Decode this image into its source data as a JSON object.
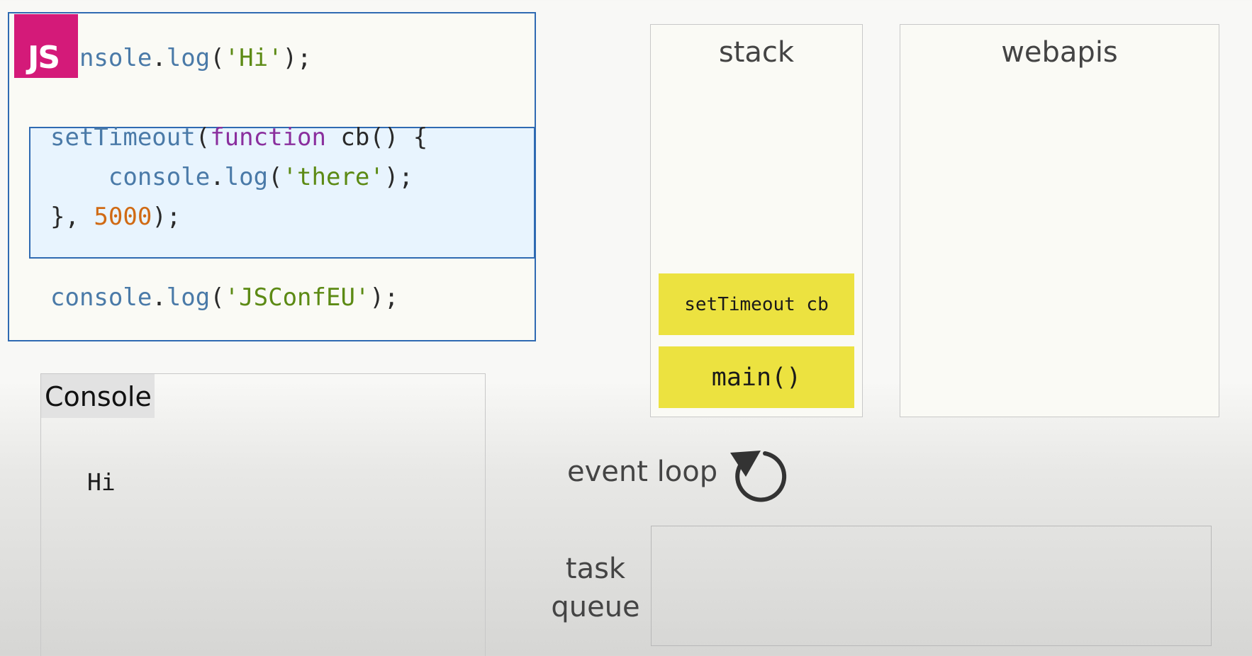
{
  "logo": {
    "text": "JS",
    "color": "#d41a79"
  },
  "code": {
    "line1": {
      "obj": "console",
      "dot": ".",
      "method": "log",
      "open": "(",
      "str": "'Hi'",
      "close": ");"
    },
    "line2": {
      "method": "setTimeout",
      "open": "(",
      "kw": "function",
      "rest": " cb() {"
    },
    "line3": {
      "indent": "    ",
      "obj": "console",
      "dot": ".",
      "method": "log",
      "open": "(",
      "str": "'there'",
      "close": ");"
    },
    "line4": {
      "pre": "}, ",
      "num": "5000",
      "close": ");"
    },
    "line5": {
      "obj": "console",
      "dot": ".",
      "method": "log",
      "open": "(",
      "str": "'JSConfEU'",
      "close": ");"
    }
  },
  "console": {
    "title": "Console",
    "output": [
      "Hi"
    ]
  },
  "stack": {
    "title": "stack",
    "frames": [
      "setTimeout cb",
      "main()"
    ],
    "frame_color": "#ece240"
  },
  "webapis": {
    "title": "webapis"
  },
  "event_loop": {
    "label": "event loop",
    "icon": "refresh-icon"
  },
  "task_queue": {
    "label_line1": "task",
    "label_line2": "queue"
  },
  "colors": {
    "accent": "#2f6ab2",
    "highlight": "#e8f4fe",
    "string": "#5c8a14",
    "keyword": "#8a2f9e",
    "number": "#d06a14"
  }
}
